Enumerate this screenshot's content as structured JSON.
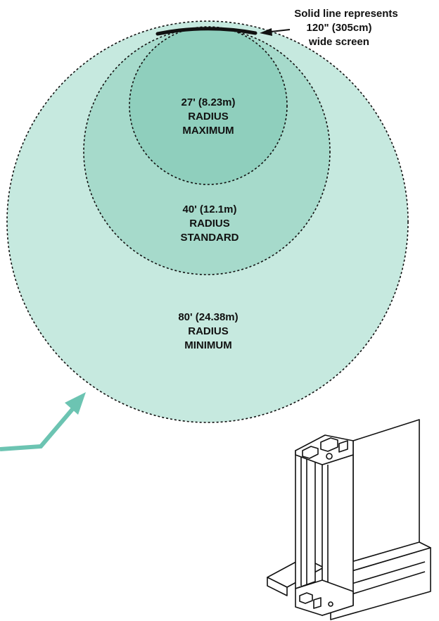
{
  "callout": {
    "line1": "Solid line represents",
    "line2": "120\" (305cm)",
    "line3": "wide screen"
  },
  "zones": {
    "maximum": {
      "line1": "27' (8.23m)",
      "line2": "RADIUS",
      "line3": "MAXIMUM"
    },
    "standard": {
      "line1": "40' (12.1m)",
      "line2": "RADIUS",
      "line3": "STANDARD"
    },
    "minimum": {
      "line1": "80' (24.38m)",
      "line2": "RADIUS",
      "line3": "MINIMUM"
    }
  },
  "colors": {
    "outer_fill": "#c6e9df",
    "middle_fill": "#a6dacb",
    "inner_fill": "#8fcfbd",
    "arrow": "#6cc4b2",
    "outline": "#111111"
  },
  "icons": {
    "pointer_arrow": "arrow-up-right-icon",
    "frame_profile": "aluminum-frame-profile-icon"
  }
}
